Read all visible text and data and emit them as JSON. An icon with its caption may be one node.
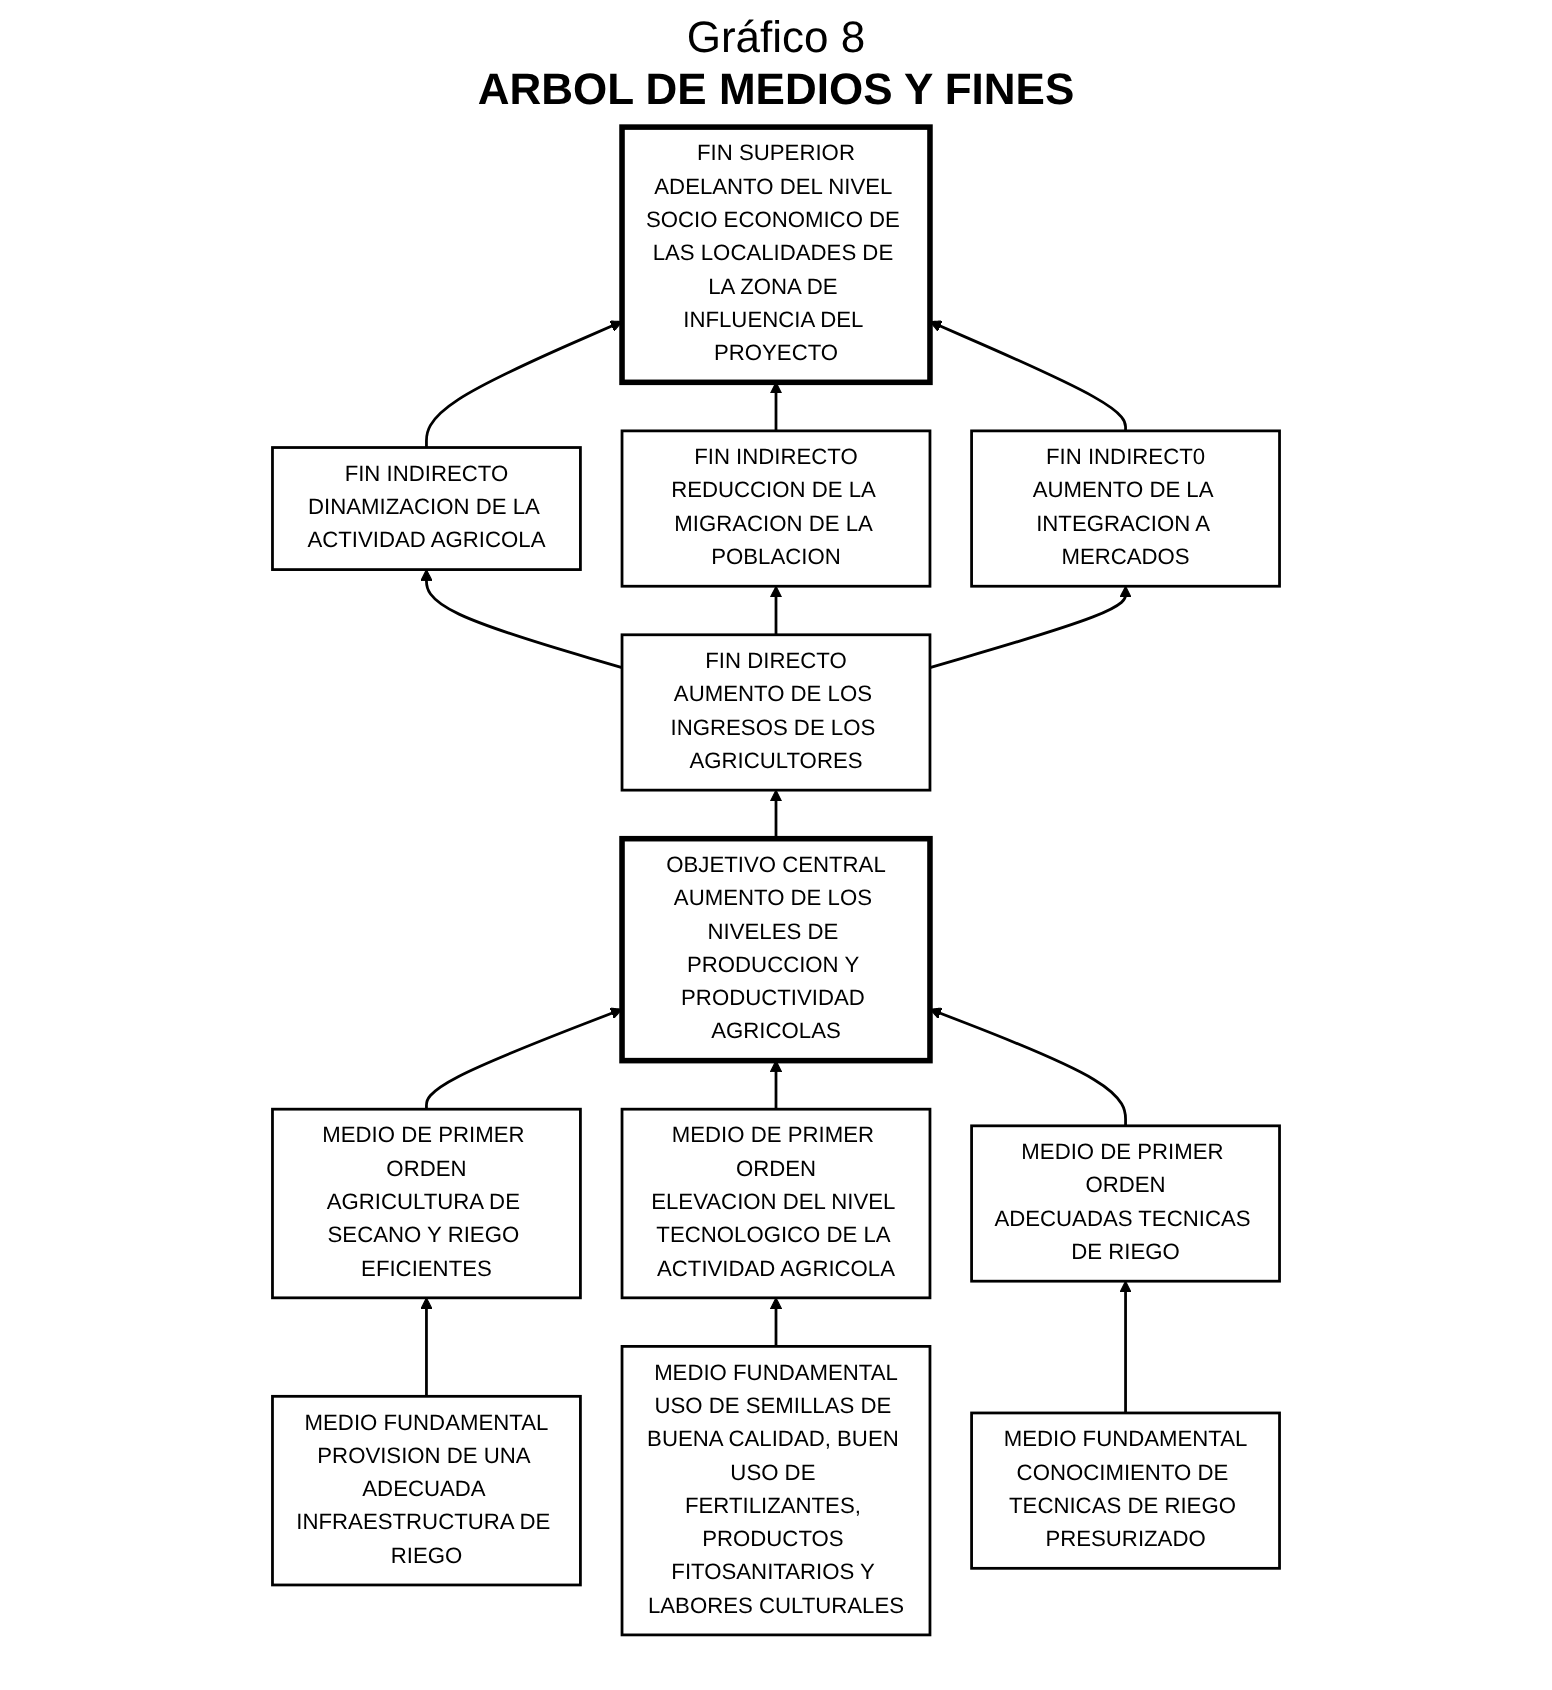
{
  "diagram": {
    "title": "ARBOL DE MEDIOS Y FINES",
    "labels": [
      "Gráfico 8"
    ],
    "nodes": [
      {
        "text": [
          "FIN SUPERIOR",
          "ADELANTO DEL NIVEL SOCIO ECONOMICO DE LAS LOCALIDADES DE LA ZONA DE INFLUENCIA DEL PROYECTO"
        ]
      },
      {
        "text": [
          "FIN INDIRECTO",
          "DINAMIZACION DE LA ACTIVIDAD AGRICOLA"
        ]
      },
      {
        "text": [
          "FIN INDIRECTO",
          "REDUCCION DE LA MIGRACION DE LA POBLACION"
        ]
      },
      {
        "text": [
          "FIN INDIRECT0",
          "AUMENTO DE LA INTEGRACION A MERCADOS"
        ]
      },
      {
        "text": [
          "FIN DIRECTO",
          "AUMENTO DE LOS INGRESOS DE LOS AGRICULTORES"
        ]
      },
      {
        "text": [
          "OBJETIVO CENTRAL",
          "AUMENTO DE LOS NIVELES DE PRODUCCION Y PRODUCTIVIDAD AGRICOLAS"
        ]
      },
      {
        "text": [
          "MEDIO DE PRIMER ORDEN",
          "AGRICULTURA DE SECANO Y RIEGO EFICIENTES"
        ]
      },
      {
        "text": [
          "MEDIO DE PRIMER ORDEN",
          "ELEVACION DEL NIVEL TECNOLOGICO DE LA ACTIVIDAD AGRICOLA"
        ]
      },
      {
        "text": [
          "MEDIO DE PRIMER ORDEN",
          "ADECUADAS TECNICAS DE RIEGO"
        ]
      },
      {
        "text": [
          "MEDIO FUNDAMENTAL",
          "PROVISION DE UNA ADECUADA INFRAESTRUCTURA DE RIEGO"
        ]
      },
      {
        "text": [
          "MEDIO FUNDAMENTAL",
          "USO DE SEMILLAS DE BUENA CALIDAD, BUEN USO DE FERTILIZANTES, PRODUCTOS FITOSANITARIOS Y LABORES CULTURALES"
        ]
      },
      {
        "text": [
          "MEDIO FUNDAMENTAL",
          "CONOCIMIENTO DE TECNICAS DE RIEGO PRESURIZADO"
        ]
      }
    ],
    "edges": [
      {
        "from": 1,
        "to": 0,
        "arrow": "to"
      },
      {
        "from": 2,
        "to": 0,
        "arrow": "to"
      },
      {
        "from": 3,
        "to": 0,
        "arrow": "to"
      },
      {
        "from": 4,
        "to": 1,
        "arrow": "to"
      },
      {
        "from": 4,
        "to": 2,
        "arrow": "to"
      },
      {
        "from": 4,
        "to": 3,
        "arrow": "to"
      },
      {
        "from": 5,
        "to": 4,
        "arrow": "to"
      },
      {
        "from": 6,
        "to": 5,
        "arrow": "to"
      },
      {
        "from": 7,
        "to": 5,
        "arrow": "to"
      },
      {
        "from": 8,
        "to": 5,
        "arrow": "to"
      },
      {
        "from": 9,
        "to": 6,
        "arrow": "to"
      },
      {
        "from": 10,
        "to": 7,
        "arrow": "to"
      },
      {
        "from": 11,
        "to": 8,
        "arrow": "to"
      }
    ]
  }
}
